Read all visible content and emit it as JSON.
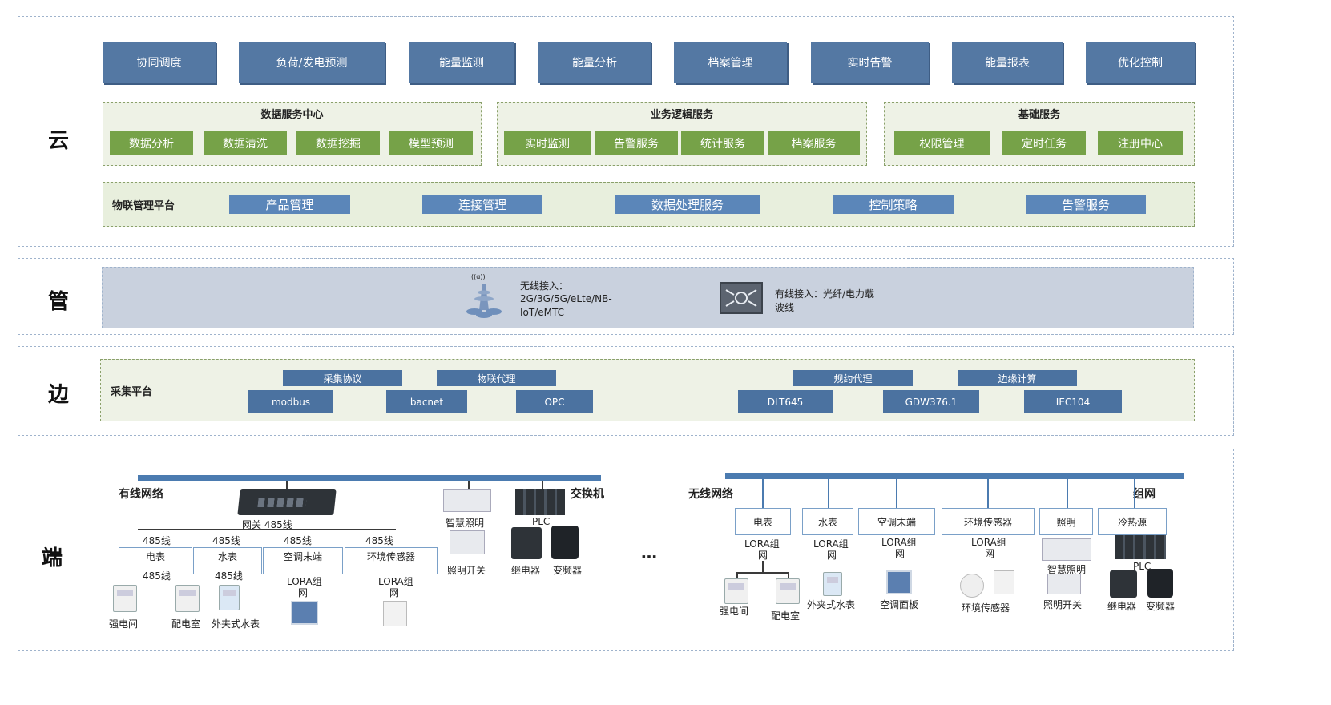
{
  "layers": {
    "cloud": "云",
    "pipe": "管",
    "edge": "边",
    "end": "端"
  },
  "apps": [
    "协同调度",
    "负荷/发电预测",
    "能量监测",
    "能量分析",
    "档案管理",
    "实时告警",
    "能量报表",
    "优化控制"
  ],
  "services": [
    {
      "title": "数据服务中心",
      "items": [
        "数据分析",
        "数据清洗",
        "数据挖掘",
        "模型预测"
      ]
    },
    {
      "title": "业务逻辑服务",
      "items": [
        "实时监测",
        "告警服务",
        "统计服务",
        "档案服务"
      ]
    },
    {
      "title": "基础服务",
      "items": [
        "权限管理",
        "定时任务",
        "注册中心"
      ]
    }
  ],
  "iot": {
    "title": "物联管理平台",
    "items": [
      "产品管理",
      "连接管理",
      "数据处理服务",
      "控制策略",
      "告警服务"
    ]
  },
  "pipe": {
    "wireless_icon_text": "((ɑ))",
    "wireless": [
      "无线接入：",
      "2G/3G/5G/eLte/NB-",
      "IoT/eMTC"
    ],
    "wired": [
      "有线接入：光纤/电力载",
      "波线"
    ]
  },
  "edge": {
    "title": "采集平台",
    "top": [
      "采集协议",
      "物联代理",
      "规约代理",
      "边缘计算"
    ],
    "bottom": [
      "modbus",
      "bacnet",
      "OPC",
      "DLT645",
      "GDW376.1",
      "IEC104"
    ]
  },
  "end_left": {
    "network": "有线网络",
    "gateway_label": "网关  485线",
    "switch": "交换机",
    "lines": [
      "485线",
      "485线",
      "485线",
      "485线"
    ],
    "boxes": [
      "电表",
      "水表",
      "空调末端",
      "环境传感器"
    ],
    "sub485": [
      "485线",
      "485线"
    ],
    "lora": [
      "LORA组",
      "网",
      "LORA组",
      "网"
    ],
    "devices": [
      "强电间",
      "配电室",
      "外夹式水表"
    ],
    "right_devices": [
      "智慧照明",
      "PLC",
      "照明开关",
      "继电器",
      "变频器"
    ]
  },
  "ellipsis": "…",
  "end_right": {
    "network": "无线网络",
    "group": "组网",
    "boxes": [
      "电表",
      "水表",
      "空调末端",
      "环境传感器",
      "照明",
      "冷热源"
    ],
    "lora": [
      "LORA组",
      "网"
    ],
    "devices": [
      "强电间",
      "配电室",
      "外夹式水表",
      "空调面板",
      "环境传感器",
      "智慧照明",
      "照明开关",
      "PLC",
      "继电器",
      "变频器"
    ]
  }
}
